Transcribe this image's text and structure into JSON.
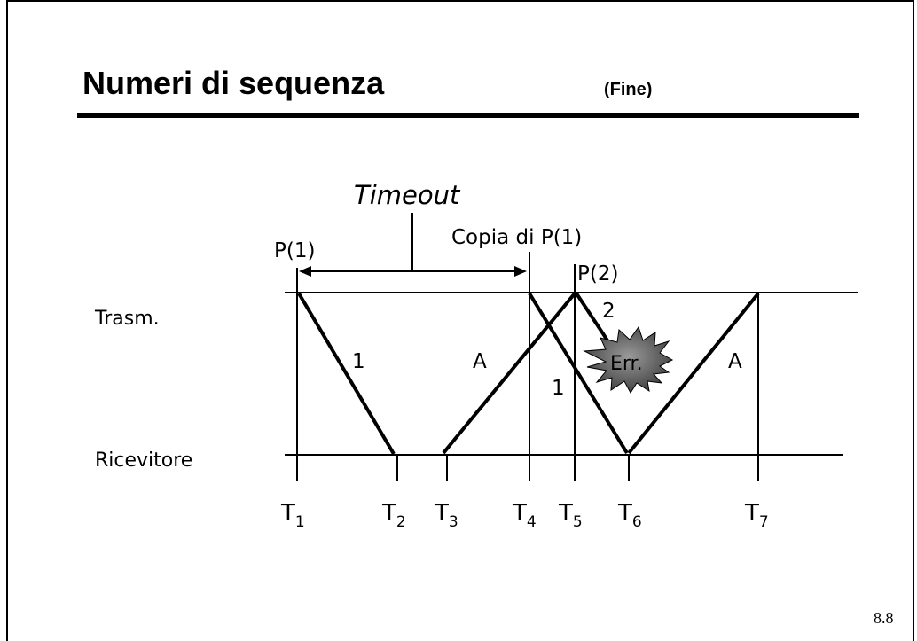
{
  "header": {
    "title": "Numeri di sequenza",
    "subtitle": "(Fine)"
  },
  "page_number": "8.8",
  "diagram": {
    "timeout_label": "Timeout",
    "sender_label": "Trasm.",
    "receiver_label": "Ricevitore",
    "packet_p1": "P(1)",
    "copy_label": "Copia di P(1)",
    "packet_p2": "P(2)",
    "msg_1": "1",
    "msg_A1": "A",
    "msg_1_copy": "1",
    "msg_2": "2",
    "error_label": "Err.",
    "msg_A2": "A",
    "times": [
      {
        "base": "T",
        "sub": "1"
      },
      {
        "base": "T",
        "sub": "2"
      },
      {
        "base": "T",
        "sub": "3"
      },
      {
        "base": "T",
        "sub": "4"
      },
      {
        "base": "T",
        "sub": "5"
      },
      {
        "base": "T",
        "sub": "6"
      },
      {
        "base": "T",
        "sub": "7"
      }
    ],
    "colors": {
      "error_burst_light": "#9a9a9a",
      "error_burst_dark": "#3a3a3a"
    }
  }
}
